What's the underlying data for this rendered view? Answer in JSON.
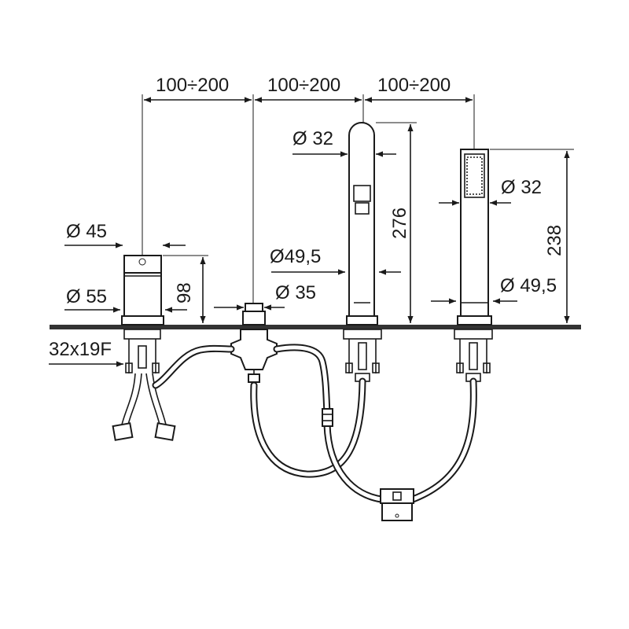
{
  "dimensions": {
    "spacing_1": "100÷200",
    "spacing_2": "100÷200",
    "spacing_3": "100÷200",
    "lever_diameter": "Ø 45",
    "mixer_base_diameter": "Ø 55",
    "mixer_height": "98",
    "thread_size": "32x19F",
    "diverter_diameter": "Ø 35",
    "spout_diameter": "Ø 32",
    "spout_base_diameter": "Ø49,5",
    "spout_height": "276",
    "shower_diameter": "Ø 32",
    "shower_base_diameter": "Ø 49,5",
    "shower_height": "238"
  },
  "colors": {
    "line": "#1a1a1a",
    "deck": "#333333",
    "background": "#ffffff"
  }
}
